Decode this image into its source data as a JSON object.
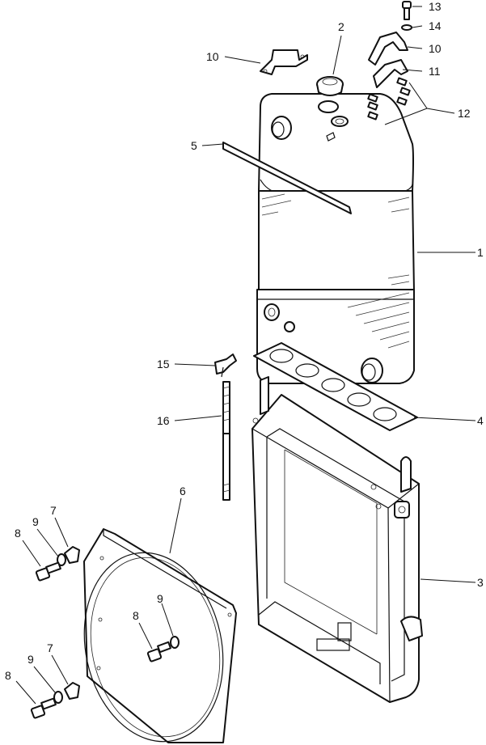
{
  "callouts": {
    "c1": "1",
    "c2": "2",
    "c3": "3",
    "c4": "4",
    "c5": "5",
    "c6": "6",
    "c7a": "7",
    "c7b": "7",
    "c8a": "8",
    "c8b": "8",
    "c8c": "8",
    "c9a": "9",
    "c9b": "9",
    "c9c": "9",
    "c10a": "10",
    "c10b": "10",
    "c11": "11",
    "c12": "12",
    "c13": "13",
    "c14": "14",
    "c15": "15",
    "c16": "16"
  }
}
